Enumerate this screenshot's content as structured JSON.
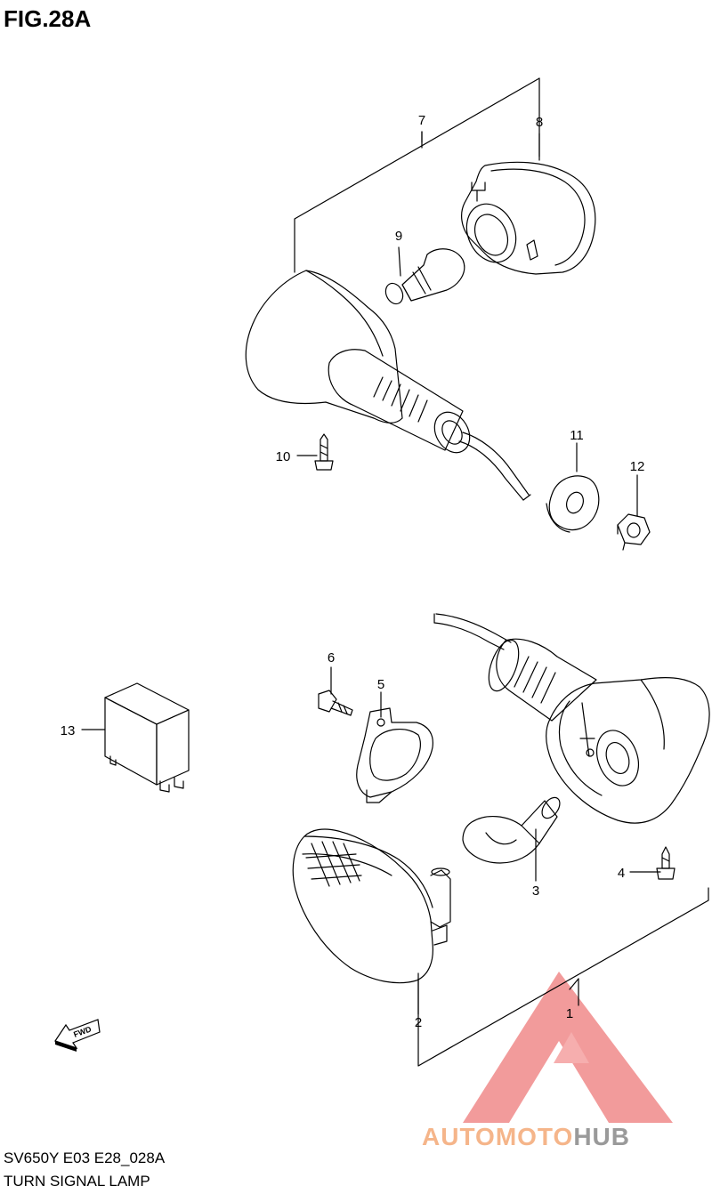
{
  "figure": {
    "title": "FIG.28A"
  },
  "caption": {
    "model_code": "SV650Y E03 E28_028A",
    "part_group": "TURN SIGNAL LAMP"
  },
  "callouts": [
    "1",
    "2",
    "3",
    "4",
    "5",
    "6",
    "7",
    "8",
    "9",
    "10",
    "11",
    "12",
    "13"
  ],
  "direction_marker": {
    "text": "FWD"
  },
  "watermark": {
    "part1": "AUTOMOTO",
    "part2": "HUB",
    "primary_color": "#f08a8a",
    "secondary_color": "#9a9a9a"
  },
  "colors": {
    "line": "#000000",
    "background": "#ffffff"
  }
}
